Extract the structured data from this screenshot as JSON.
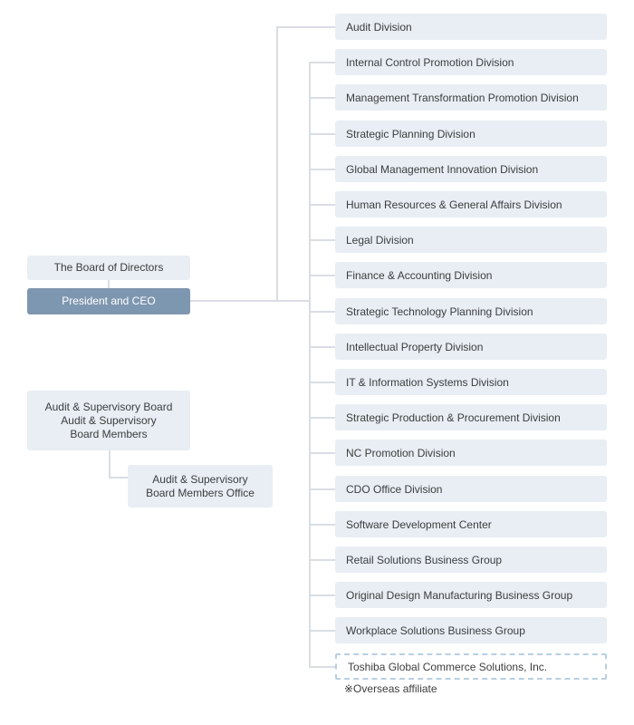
{
  "chart": {
    "left_nodes": {
      "board": {
        "label": "The Board of Directors"
      },
      "president": {
        "label": "President and CEO"
      },
      "audit_supervisory_board": {
        "lines": [
          "Audit & Supervisory Board",
          "Audit & Supervisory",
          "Board Members"
        ]
      },
      "audit_supervisory_office": {
        "lines": [
          "Audit & Supervisory",
          "Board Members Office"
        ]
      }
    },
    "divisions": [
      {
        "label": "Audit Division"
      },
      {
        "label": "Internal Control Promotion Division"
      },
      {
        "label": "Management Transformation Promotion Division"
      },
      {
        "label": "Strategic Planning Division"
      },
      {
        "label": "Global Management Innovation Division"
      },
      {
        "label": "Human Resources & General Affairs Division"
      },
      {
        "label": "Legal Division"
      },
      {
        "label": "Finance & Accounting Division"
      },
      {
        "label": "Strategic Technology Planning Division"
      },
      {
        "label": "Intellectual Property Division"
      },
      {
        "label": "IT & Information Systems Division"
      },
      {
        "label": "Strategic Production & Procurement Division"
      },
      {
        "label": "NC Promotion Division"
      },
      {
        "label": "CDO Office Division"
      },
      {
        "label": "Software Development Center"
      },
      {
        "label": "Retail Solutions Business Group"
      },
      {
        "label": "Original Design Manufacturing Business Group"
      },
      {
        "label": "Workplace Solutions Business Group"
      },
      {
        "label": "Toshiba Global Commerce Solutions, Inc.",
        "overseas_affiliate": true
      }
    ],
    "footnote": "※Overseas affiliate",
    "colors": {
      "box_bg": "#e8eef4",
      "president_bg": "#7e97b0",
      "line": "#d9dee3",
      "dashed_border": "#b7cfe2",
      "text": "#3d3d3d"
    }
  }
}
